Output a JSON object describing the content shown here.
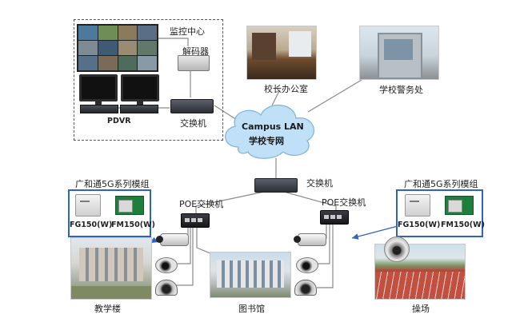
{
  "monitor_center": {
    "label": "监控中心",
    "decoder_label": "解码器",
    "pdvr_label": "PDVR",
    "switch_label": "交换机"
  },
  "principal_office": {
    "label": "校长办公室"
  },
  "police_office": {
    "label": "学校警务处"
  },
  "cloud": {
    "line1": "Campus LAN",
    "line2": "学校专网"
  },
  "core_switch": {
    "label": "交换机"
  },
  "left_module": {
    "title": "广和通5G系列模组",
    "fg150": "FG150(W)",
    "fm150": "FM150(W)"
  },
  "right_module": {
    "title": "广和通5G系列模组",
    "fg150": "FG150(W)",
    "fm150": "FM150(W)"
  },
  "poe_left": {
    "label": "POE交换机"
  },
  "poe_right": {
    "label": "POE交换机"
  },
  "teaching_building": {
    "label": "教学楼"
  },
  "library": {
    "label": "图书馆"
  },
  "playground": {
    "label": "操场"
  },
  "colors": {
    "module_border": "#2f64b8",
    "cloud": "#bfe0f6",
    "link": "#888888",
    "arrow": "#2f64b8"
  }
}
